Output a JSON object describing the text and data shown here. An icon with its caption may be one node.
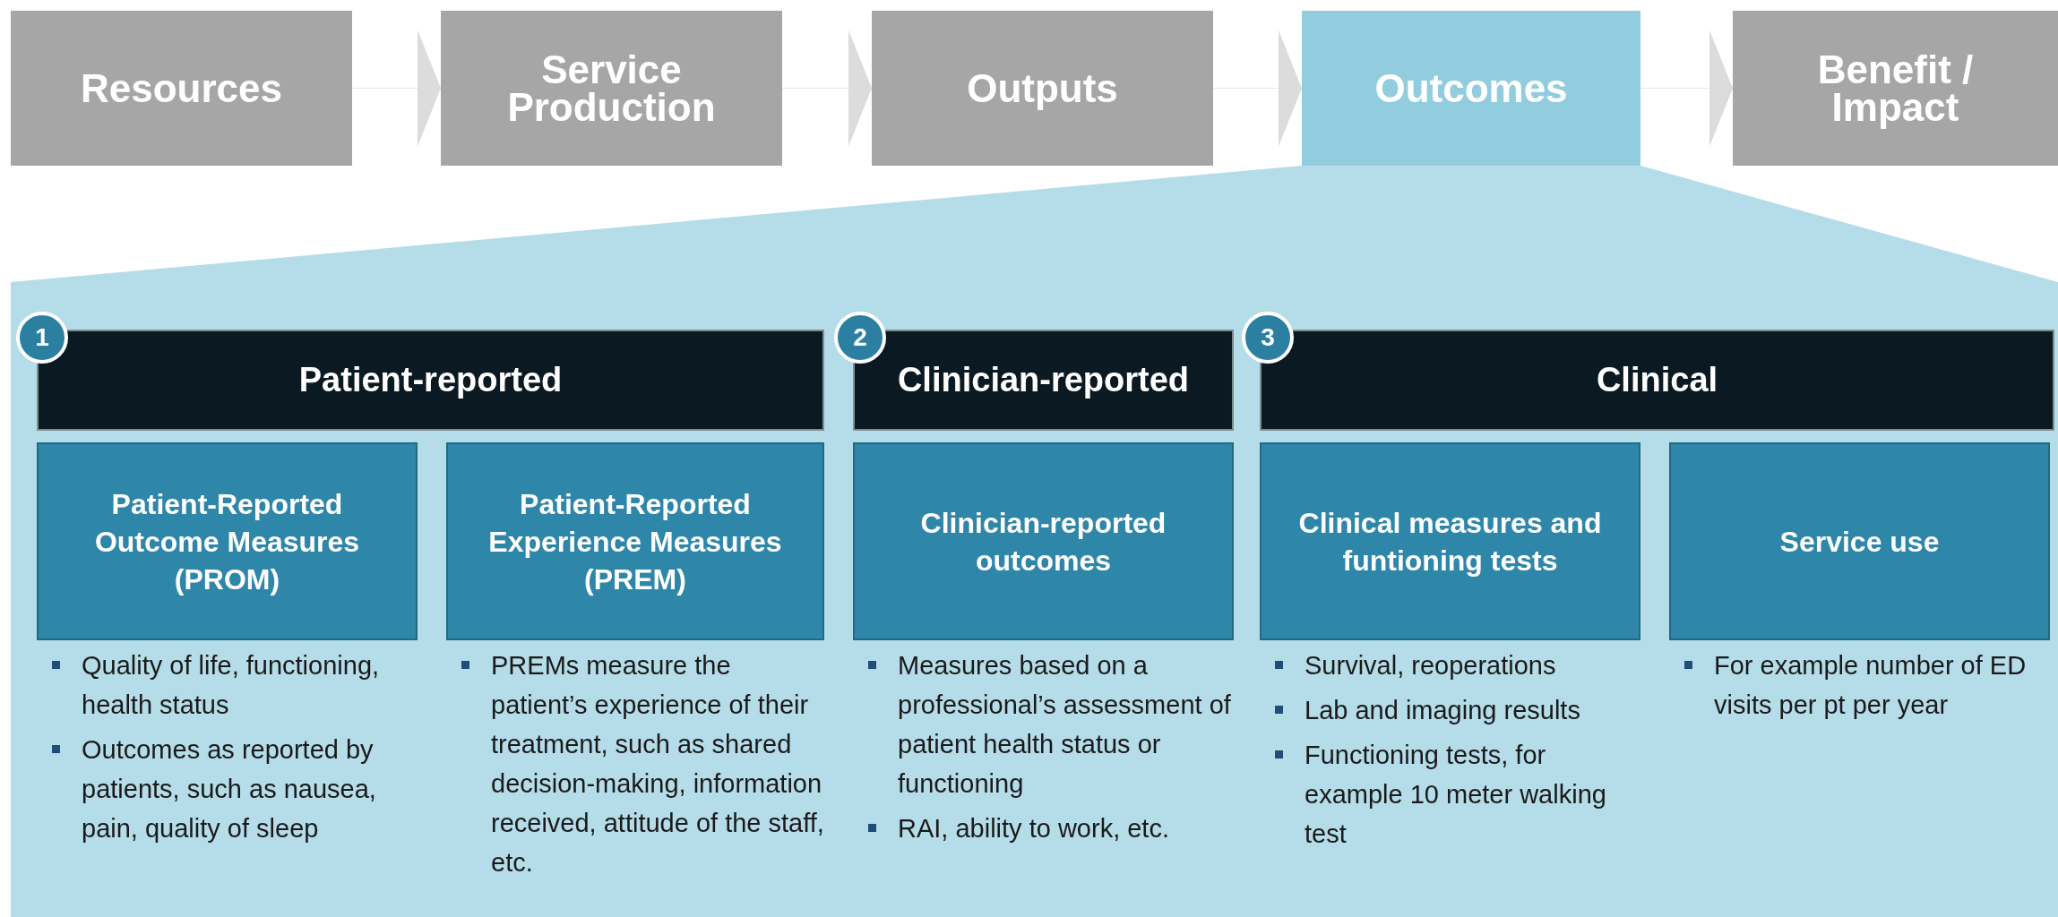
{
  "diagram": {
    "nodes": [
      {
        "text": [
          "Resources"
        ]
      },
      {
        "text": [
          "Service Production"
        ]
      },
      {
        "text": [
          "Outputs"
        ]
      },
      {
        "text": [
          "Outcomes"
        ]
      },
      {
        "text": [
          "Benefit / Impact"
        ]
      },
      {
        "text": [],
        "shape": "box"
      },
      {
        "text": [
          "1"
        ],
        "in": 5
      },
      {
        "text": [
          "Patient-reported"
        ],
        "in": 5
      },
      {
        "text": [
          "2"
        ],
        "in": 5
      },
      {
        "text": [
          "Clinician-reported"
        ],
        "in": 5
      },
      {
        "text": [
          "3"
        ],
        "in": 5
      },
      {
        "text": [
          "Clinical"
        ],
        "in": 5
      },
      {
        "text": [
          "Patient-Reported Outcome Measures (PROM)"
        ],
        "in": 5,
        "beside": [
          "Quality of life, functioning, health status",
          "Outcomes as reported by patients, such as nausea, pain, quality of sleep"
        ]
      },
      {
        "text": [
          "Patient-Reported Experience Measures (PREM)"
        ],
        "in": 5,
        "beside": [
          "PREMs measure the patient’s experience of their treatment, such as shared decision-making, information received, attitude of the staff, etc."
        ]
      },
      {
        "text": [
          "Clinician-reported outcomes"
        ],
        "in": 5,
        "beside": [
          "Measures based on a professional’s assessment of patient health status or functioning",
          "RAI, ability to work, etc."
        ]
      },
      {
        "text": [
          "Clinical measures and funtioning tests"
        ],
        "in": 5,
        "beside": [
          "Survival, reoperations",
          "Lab and imaging results",
          "Functioning tests, for example 10 meter walking test"
        ]
      },
      {
        "text": [
          "Service use"
        ],
        "in": 5,
        "beside": [
          "For example number of ED visits per pt per year"
        ]
      }
    ],
    "edges": [
      {
        "from": 0,
        "to": 1,
        "arrow": "to"
      },
      {
        "from": 1,
        "to": 2,
        "arrow": "to"
      },
      {
        "from": 2,
        "to": 3,
        "arrow": "to"
      },
      {
        "from": 3,
        "to": 4,
        "arrow": "to"
      }
    ]
  }
}
